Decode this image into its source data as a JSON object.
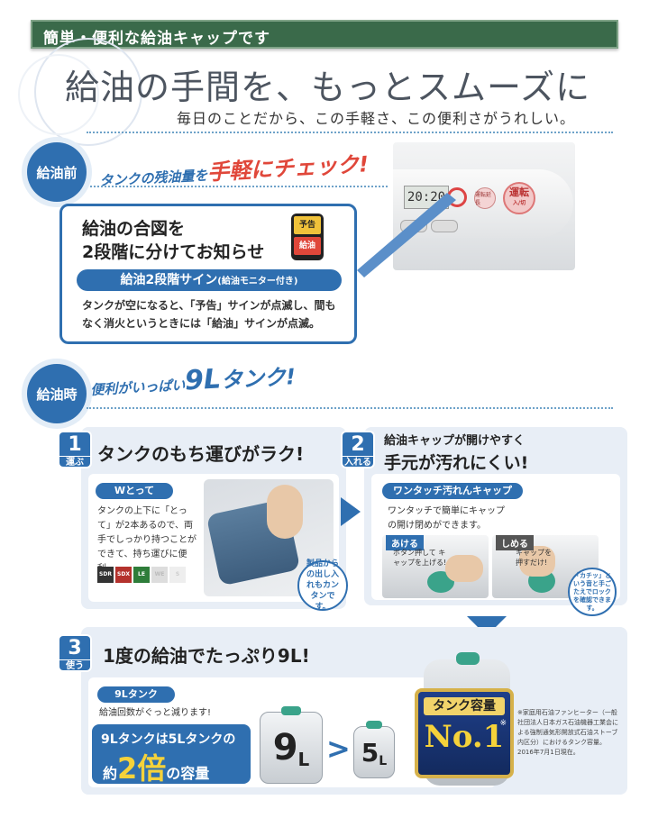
{
  "header": {
    "title": "簡単・便利な給油キャップです"
  },
  "hero": {
    "title": "給油の手間を、もっとスムーズに",
    "subtitle": "毎日のことだから、この手軽さ、この便利さがうれしい。"
  },
  "section_before": {
    "badge": "給油前",
    "banner_prefix": "タンクの残油量を",
    "banner_emph": "手軽にチェック!"
  },
  "product_photo": {
    "lcd": "20:20",
    "btn_on": "運転",
    "btn_on_sub": "入/切",
    "btn_mid": "運転延長"
  },
  "monitor": {
    "heading_line1": "給油の合図を",
    "heading_line2": "2段階に分けてお知らせ",
    "icon_top": "予告",
    "icon_bottom": "給油",
    "pill": "給油2段階サイン",
    "pill_sub": "(給油モニター付き)",
    "body": "タンクが空になると、「予告」サインが点滅し、間もなく消火というときには「給油」サインが点滅。"
  },
  "section_during": {
    "badge": "給油時",
    "banner_prefix": "便利がいっぱい",
    "banner_num": "9L",
    "banner_suffix": "タンク!"
  },
  "card1": {
    "num": "1",
    "num_label": "運ぶ",
    "title": "タンクのもち運びがラク!",
    "pill": "Wとって",
    "body": "タンクの上下に「とって」が2本あるので、両手でしっかり持つことができて、持ち運びに便利。",
    "models": [
      "SDR",
      "SDX",
      "LE",
      "WE",
      "S"
    ],
    "bubble": "製品からの出し入れもカンタンです。"
  },
  "card2": {
    "num": "2",
    "num_label": "入れる",
    "title_line1": "給油キャップが開けやすく",
    "title_line2": "手元が汚れにくい!",
    "pill": "ワンタッチ汚れんキャップ",
    "body": "ワンタッチで簡単にキャップの開け閉めができます。",
    "open_label": "あける",
    "open_text": "ボタン押して キャップを上げる!",
    "close_label": "しめる",
    "close_text": "キャップを 押すだけ!",
    "bubble": "「カチッ」という音と手ごたえでロックを確認できます。"
  },
  "card3": {
    "num": "3",
    "num_label": "使う",
    "title": "1度の給油でたっぷり9L!",
    "pill": "9Lタンク",
    "body": "給油回数がぐっと減ります!",
    "box_line1": "9Lタンクは5Lタンクの",
    "box_pre": "約",
    "box_big": "2倍",
    "box_post": "の容量",
    "tank_big": "9",
    "tank_big_unit": "L",
    "tank_small": "5",
    "tank_small_unit": "L",
    "compare": ">",
    "no1_label": "タンク容量",
    "no1_value": "No.1",
    "no1_mark": "※",
    "footnote": "※家庭用石油ファンヒーター（一般社団法人日本ガス石油機器工業会による強制通気形開放式石油ストーブ内区分）におけるタンク容量。2016年7月1日現在。"
  },
  "colors": {
    "brand_blue": "#2f6fb0",
    "header_green": "#3a6a4a",
    "accent_red": "#e0473a",
    "gold": "#d6b14a"
  }
}
